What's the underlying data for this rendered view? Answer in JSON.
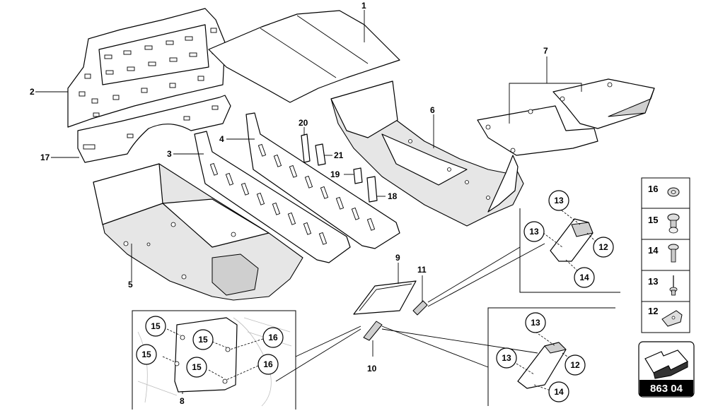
{
  "callouts": {
    "c1": "1",
    "c2": "2",
    "c3": "3",
    "c4": "4",
    "c5": "5",
    "c6": "6",
    "c7": "7",
    "c9": "9",
    "c10": "10",
    "c11": "11",
    "c17": "17",
    "c18": "18",
    "c19": "19",
    "c20": "20",
    "c21": "21",
    "c8": "8"
  },
  "detail_right_upper": {
    "b13a": "13",
    "b13b": "13",
    "b12": "12",
    "b14": "14"
  },
  "detail_right_lower": {
    "b13a": "13",
    "b13b": "13",
    "b12": "12",
    "b14": "14"
  },
  "detail_left": {
    "b15a": "15",
    "b15b": "15",
    "b15c": "15",
    "b15d": "15",
    "b16a": "16",
    "b16b": "16"
  },
  "legend": {
    "items": [
      {
        "num": "16",
        "icon": "nut-icon"
      },
      {
        "num": "15",
        "icon": "screw-icon"
      },
      {
        "num": "14",
        "icon": "bolt-icon"
      },
      {
        "num": "13",
        "icon": "rivet-icon"
      },
      {
        "num": "12",
        "icon": "clip-icon"
      }
    ]
  },
  "reference": {
    "label": "863 04"
  }
}
